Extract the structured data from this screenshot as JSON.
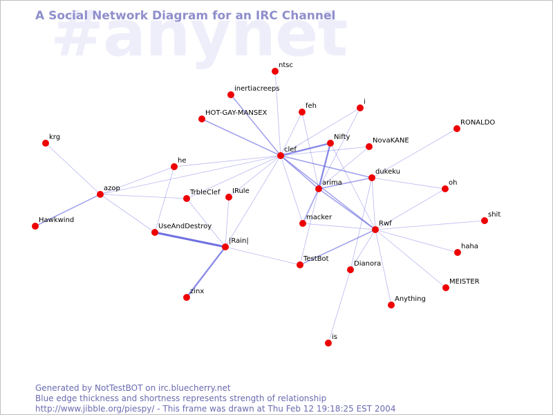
{
  "header": {
    "watermark": "#anynet",
    "title": "A Social Network Diagram for an IRC Channel"
  },
  "footer": {
    "line1": "Generated by NotTestBOT on irc.bluecherry.net",
    "line2": "Blue edge thickness and shortness represents strength of relationship",
    "line3": "http://www.jibble.org/piespy/ - This frame was drawn at Thu Feb 12 19:18:25 EST 2004"
  },
  "colors": {
    "node": "#ee0000",
    "edge": "#6060e0",
    "title": "#8f8fcc",
    "watermark": "#eeeefb",
    "footer": "#6a6ab0"
  },
  "graph": {
    "nodes": [
      {
        "id": "ntsc",
        "label": "ntsc"
      },
      {
        "id": "inertiacreeps",
        "label": "inertiacreeps"
      },
      {
        "id": "feh",
        "label": "feh"
      },
      {
        "id": "i",
        "label": "i"
      },
      {
        "id": "HOT-GAY-MANSEX",
        "label": "HOT-GAY-MANSEX"
      },
      {
        "id": "RONALDO",
        "label": "RONALDO"
      },
      {
        "id": "krg",
        "label": "krg"
      },
      {
        "id": "Nifty",
        "label": "Nifty"
      },
      {
        "id": "NovaKANE",
        "label": "NovaKANE"
      },
      {
        "id": "clef",
        "label": "clef"
      },
      {
        "id": "he",
        "label": "he"
      },
      {
        "id": "dukeku",
        "label": "dukeku"
      },
      {
        "id": "azop",
        "label": "azop"
      },
      {
        "id": "arima",
        "label": "arima"
      },
      {
        "id": "oh",
        "label": "oh"
      },
      {
        "id": "TrbleClef",
        "label": "TrbleClef"
      },
      {
        "id": "IRule",
        "label": "IRule"
      },
      {
        "id": "Hawkwind",
        "label": "Hawkwind"
      },
      {
        "id": "macker",
        "label": "macker"
      },
      {
        "id": "shit",
        "label": "shit"
      },
      {
        "id": "Rwf",
        "label": "Rwf"
      },
      {
        "id": "UseAndDestroy",
        "label": "UseAndDestroy"
      },
      {
        "id": "Rain",
        "label": "|Rain|"
      },
      {
        "id": "haha",
        "label": "haha"
      },
      {
        "id": "TestBot",
        "label": "TestBot"
      },
      {
        "id": "Dianora",
        "label": "Dianora"
      },
      {
        "id": "MEISTER",
        "label": "MEISTER"
      },
      {
        "id": "zinx",
        "label": "zinx"
      },
      {
        "id": "Anything",
        "label": "Anything"
      },
      {
        "id": "is",
        "label": "is"
      }
    ],
    "edges": [
      {
        "from": "clef",
        "to": "ntsc",
        "weight": 1
      },
      {
        "from": "clef",
        "to": "inertiacreeps",
        "weight": 2
      },
      {
        "from": "clef",
        "to": "feh",
        "weight": 1
      },
      {
        "from": "clef",
        "to": "i",
        "weight": 1
      },
      {
        "from": "clef",
        "to": "HOT-GAY-MANSEX",
        "weight": 2
      },
      {
        "from": "clef",
        "to": "Nifty",
        "weight": 3
      },
      {
        "from": "clef",
        "to": "NovaKANE",
        "weight": 1
      },
      {
        "from": "clef",
        "to": "he",
        "weight": 1
      },
      {
        "from": "clef",
        "to": "dukeku",
        "weight": 2
      },
      {
        "from": "clef",
        "to": "arima",
        "weight": 2
      },
      {
        "from": "clef",
        "to": "Rwf",
        "weight": 2
      },
      {
        "from": "clef",
        "to": "TrbleClef",
        "weight": 1
      },
      {
        "from": "clef",
        "to": "IRule",
        "weight": 1
      },
      {
        "from": "clef",
        "to": "macker",
        "weight": 1
      },
      {
        "from": "clef",
        "to": "Rain",
        "weight": 1
      },
      {
        "from": "clef",
        "to": "azop",
        "weight": 1
      },
      {
        "from": "arima",
        "to": "Nifty",
        "weight": 3
      },
      {
        "from": "arima",
        "to": "feh",
        "weight": 1
      },
      {
        "from": "arima",
        "to": "i",
        "weight": 1
      },
      {
        "from": "arima",
        "to": "dukeku",
        "weight": 2
      },
      {
        "from": "arima",
        "to": "NovaKANE",
        "weight": 1
      },
      {
        "from": "arima",
        "to": "macker",
        "weight": 2
      },
      {
        "from": "arima",
        "to": "Rwf",
        "weight": 2
      },
      {
        "from": "arima",
        "to": "TestBot",
        "weight": 1
      },
      {
        "from": "Nifty",
        "to": "Rwf",
        "weight": 1
      },
      {
        "from": "dukeku",
        "to": "RONALDO",
        "weight": 1
      },
      {
        "from": "dukeku",
        "to": "oh",
        "weight": 1
      },
      {
        "from": "dukeku",
        "to": "Rwf",
        "weight": 1
      },
      {
        "from": "dukeku",
        "to": "Dianora",
        "weight": 1
      },
      {
        "from": "Rwf",
        "to": "oh",
        "weight": 1
      },
      {
        "from": "Rwf",
        "to": "shit",
        "weight": 1
      },
      {
        "from": "Rwf",
        "to": "haha",
        "weight": 1
      },
      {
        "from": "Rwf",
        "to": "MEISTER",
        "weight": 1
      },
      {
        "from": "Rwf",
        "to": "Anything",
        "weight": 1
      },
      {
        "from": "Rwf",
        "to": "Dianora",
        "weight": 1
      },
      {
        "from": "Rwf",
        "to": "TestBot",
        "weight": 2
      },
      {
        "from": "Rwf",
        "to": "macker",
        "weight": 1
      },
      {
        "from": "Dianora",
        "to": "is",
        "weight": 1
      },
      {
        "from": "azop",
        "to": "krg",
        "weight": 1
      },
      {
        "from": "azop",
        "to": "Hawkwind",
        "weight": 2
      },
      {
        "from": "azop",
        "to": "he",
        "weight": 1
      },
      {
        "from": "azop",
        "to": "TrbleClef",
        "weight": 1
      },
      {
        "from": "azop",
        "to": "UseAndDestroy",
        "weight": 1
      },
      {
        "from": "he",
        "to": "UseAndDestroy",
        "weight": 1
      },
      {
        "from": "TrbleClef",
        "to": "Rain",
        "weight": 1
      },
      {
        "from": "IRule",
        "to": "Rain",
        "weight": 1
      },
      {
        "from": "UseAndDestroy",
        "to": "Rain",
        "weight": 4
      },
      {
        "from": "Rain",
        "to": "zinx",
        "weight": 3
      },
      {
        "from": "Rain",
        "to": "TestBot",
        "weight": 1
      }
    ]
  }
}
